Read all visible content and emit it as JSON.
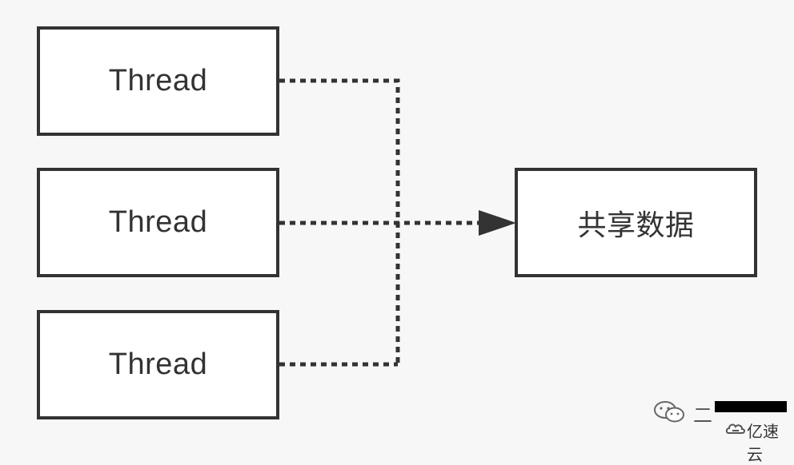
{
  "nodes": {
    "threads": [
      "Thread",
      "Thread",
      "Thread"
    ],
    "shared": "共享数据"
  },
  "edges": [
    {
      "from": "thread-1",
      "to": "shared-data",
      "style": "dotted"
    },
    {
      "from": "thread-2",
      "to": "shared-data",
      "style": "dotted"
    },
    {
      "from": "thread-3",
      "to": "shared-data",
      "style": "dotted"
    }
  ],
  "watermark": {
    "top_text": "二",
    "brand": "亿速云"
  },
  "colors": {
    "stroke": "#333333",
    "box_fill": "#ffffff",
    "background": "#f7f7f7"
  }
}
